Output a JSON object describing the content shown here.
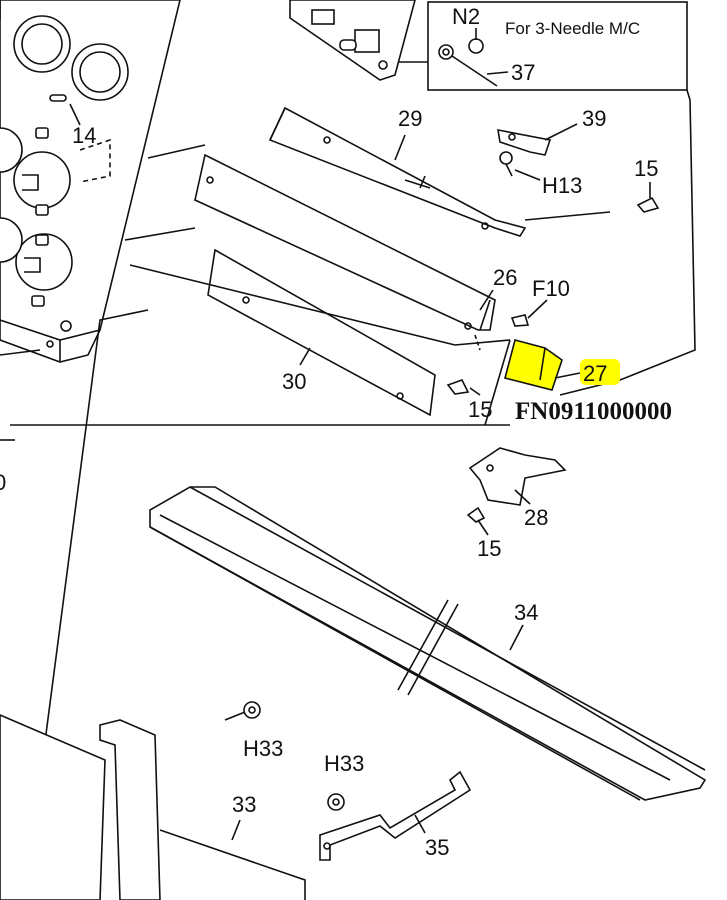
{
  "callout_labels": {
    "n2": "N2",
    "p37": "37",
    "p14": "14",
    "p29": "29",
    "p39": "39",
    "h13": "H13",
    "p15a": "15",
    "p26": "26",
    "f10": "F10",
    "p27": "27",
    "p30": "30",
    "p15b": "15",
    "p28": "28",
    "p15c": "15",
    "p34": "34",
    "h33a": "H33",
    "h33b": "H33",
    "p33": "33",
    "p35": "35",
    "edge_fragment": "0"
  },
  "inset": {
    "note": "For 3-Needle M/C"
  },
  "catalog_code": "FN0911000000",
  "colors": {
    "highlight": "#ffff00",
    "line": "#111111",
    "background": "#ffffff"
  }
}
